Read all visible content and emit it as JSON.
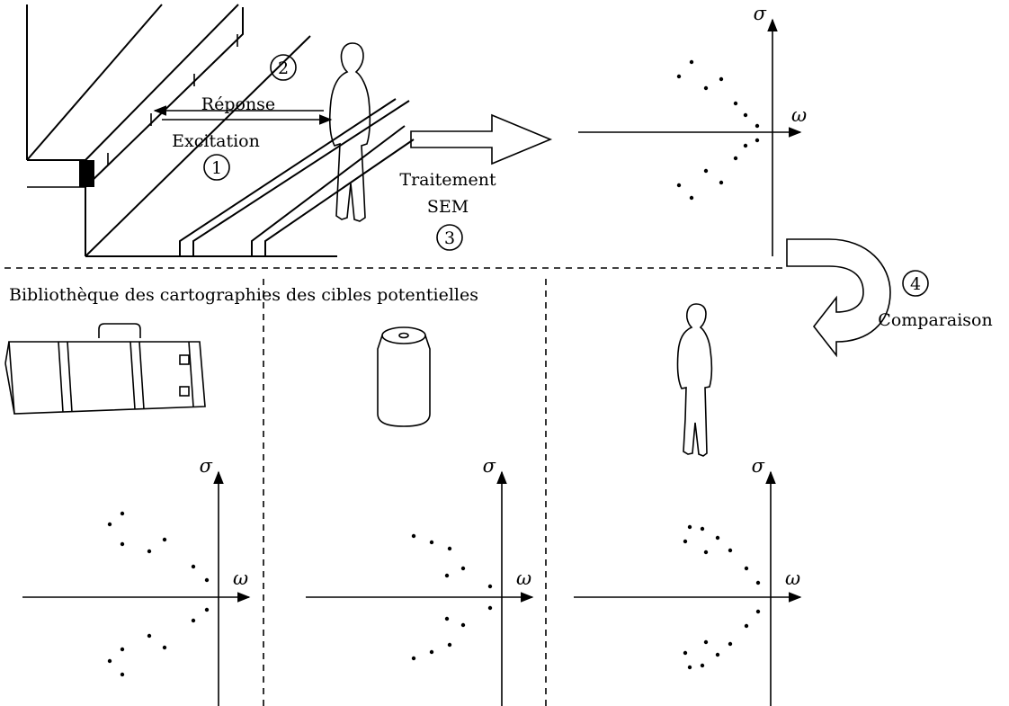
{
  "labels": {
    "reponse": "Réponse",
    "excitation": "Excitation",
    "traitement": "Traitement",
    "sem": "SEM",
    "comparaison": "Comparaison",
    "bibliotheque": "Bibliothèque des cartographies des cibles potentielles"
  },
  "steps": [
    "1",
    "2",
    "3",
    "4"
  ],
  "axis_labels": {
    "x": "ω",
    "y": "σ"
  },
  "targets": [
    "suitcase-icon",
    "soda-can-icon",
    "person-icon"
  ]
}
